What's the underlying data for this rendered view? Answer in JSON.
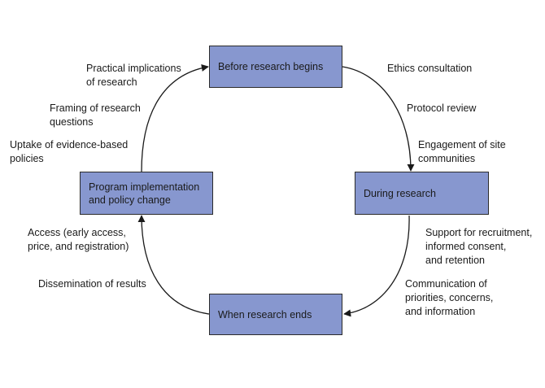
{
  "stages": {
    "before": "Before research begins",
    "during": "During research",
    "ends": "When research ends",
    "program": "Program implementation\nand policy change"
  },
  "labels": {
    "ethics": "Ethics consultation",
    "protocol": "Protocol review",
    "engagement": "Engagement of site\ncommunities",
    "support": "Support for recruitment,\ninformed consent,\nand retention",
    "communication": "Communication of\npriorities, concerns,\nand information",
    "dissemination": "Dissemination of results",
    "access": "Access (early access,\nprice, and registration)",
    "uptake": "Uptake of evidence-based\npolicies",
    "framing": "Framing of research\nquestions",
    "practical": "Practical implications\nof research"
  }
}
